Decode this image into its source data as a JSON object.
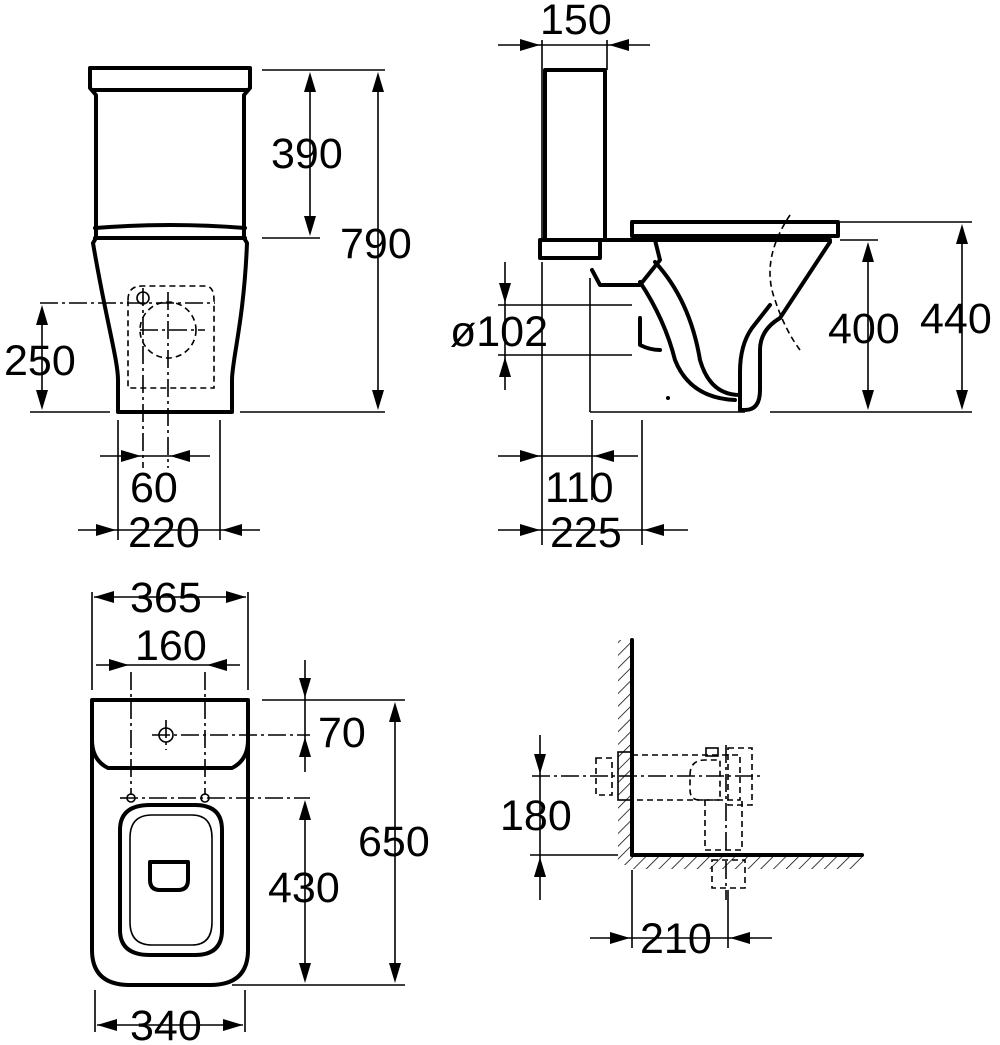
{
  "diagram": {
    "front_view": {
      "height_tank": "390",
      "height_total": "790",
      "outlet_height": "250",
      "outlet_offset": "60",
      "base_width": "220"
    },
    "side_view": {
      "tank_depth": "150",
      "pipe_diameter": "ø102",
      "seat_height": "400",
      "rim_height": "440",
      "wall_to_outlet": "110",
      "wall_to_base": "225"
    },
    "top_view": {
      "tank_width": "365",
      "fixing_spacing": "160",
      "inlet_offset": "70",
      "overall_length": "650",
      "fixing_to_front": "430",
      "bowl_width": "340"
    },
    "detail_view": {
      "outlet_height": "180",
      "wall_offset": "210"
    }
  }
}
